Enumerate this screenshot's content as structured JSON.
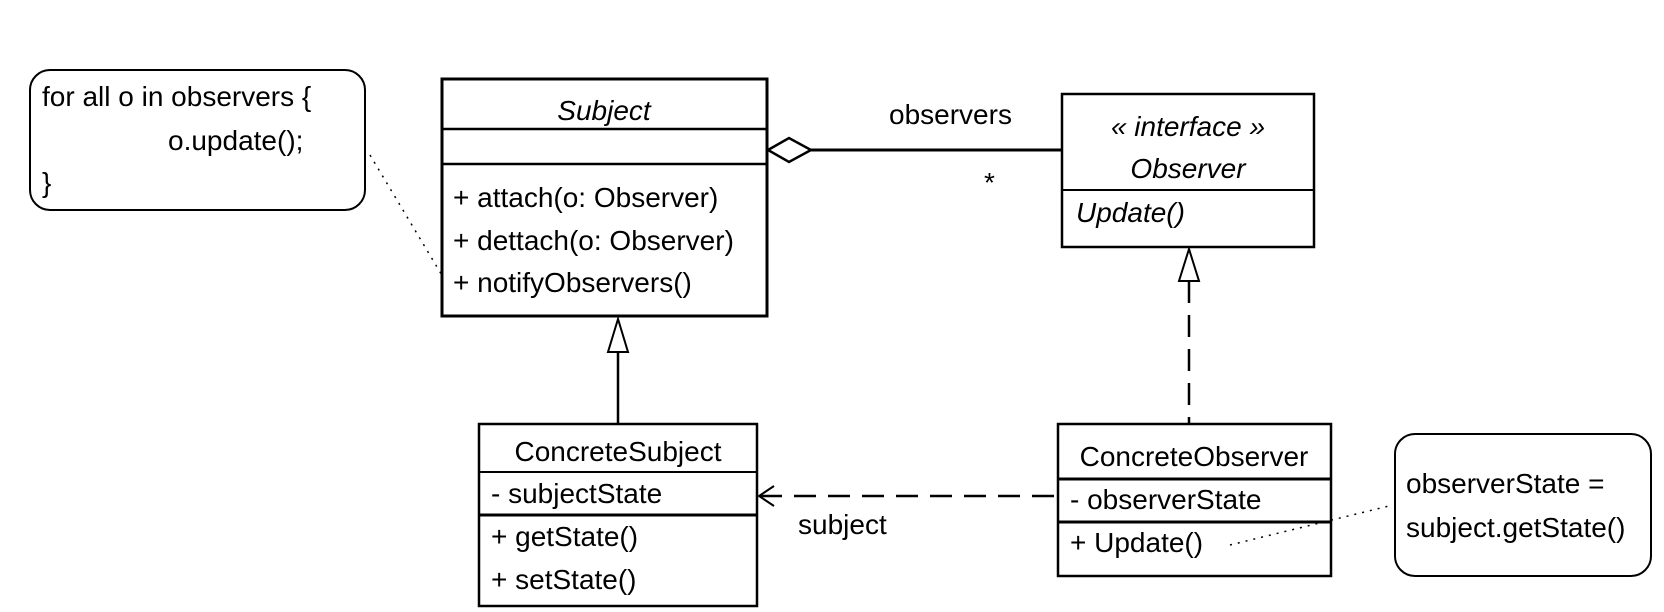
{
  "note_observers": {
    "lines": [
      "for all o in observers {",
      "o.update();",
      "}"
    ]
  },
  "subject": {
    "name": "Subject",
    "attributes": [],
    "operations": [
      "+ attach(o: Observer)",
      "+ dettach(o: Observer)",
      "+ notifyObservers()"
    ]
  },
  "observer": {
    "stereotype": "« interface »",
    "name": "Observer",
    "operations": [
      "Update()"
    ]
  },
  "concrete_subject": {
    "name": "ConcreteSubject",
    "attributes": [
      "- subjectState"
    ],
    "operations": [
      "+ getState()",
      "+ setState()"
    ]
  },
  "concrete_observer": {
    "name": "ConcreteObserver",
    "attributes": [
      "- observerState"
    ],
    "operations": [
      "+ Update()"
    ]
  },
  "note_state": {
    "lines": [
      "observerState =",
      "subject.getState()"
    ]
  },
  "associations": {
    "aggregation_role": "observers",
    "aggregation_multiplicity": "*",
    "dependency_role": "subject"
  }
}
